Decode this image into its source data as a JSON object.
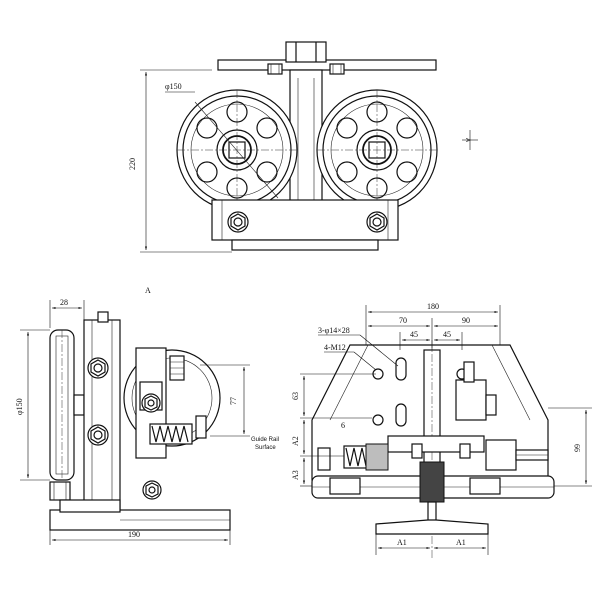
{
  "dims": {
    "top_dia": "φ150",
    "top_height": "220",
    "arrow_label": "A",
    "left_28": "28",
    "left_dia": "φ150",
    "left_77": "77",
    "left_190": "190",
    "guide_rail_1": "Guide Rail",
    "guide_rail_2": "Surface",
    "r_180": "180",
    "r_70": "70",
    "r_90": "90",
    "r_45a": "45",
    "r_45b": "45",
    "r_holes": "3-φ14×28",
    "r_m12": "4-M12",
    "r_63": "63",
    "r_6": "6",
    "r_a2": "A2",
    "r_a3": "A3",
    "r_99": "99",
    "r_a1a": "A1",
    "r_a1b": "A1"
  }
}
